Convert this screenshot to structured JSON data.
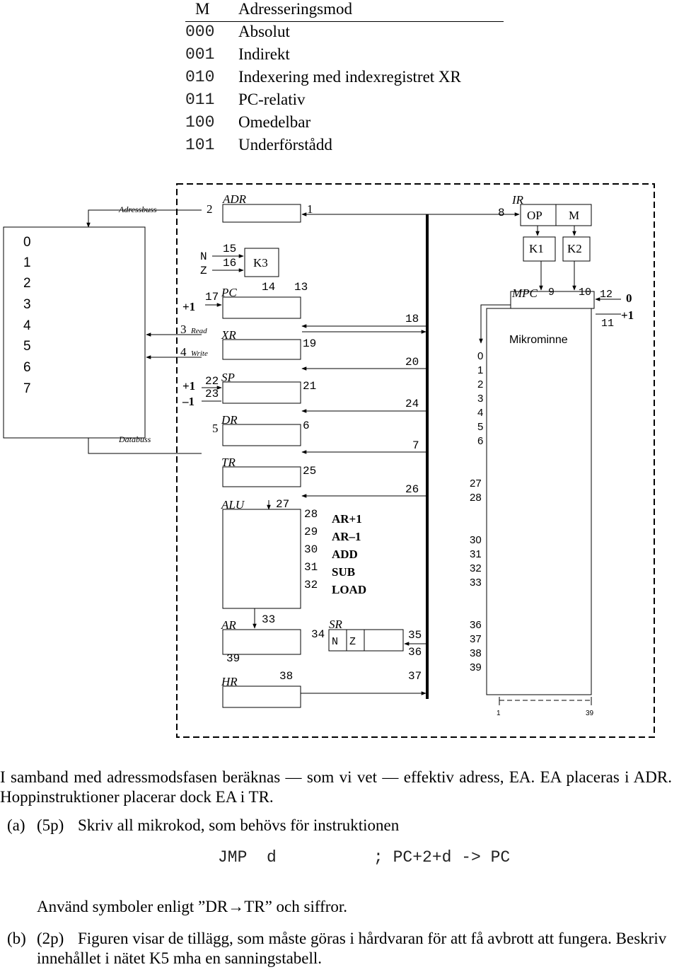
{
  "mode_table": {
    "header_code": "M",
    "header_name": "Adresseringsmod",
    "rows": [
      {
        "code": "000",
        "name": "Absolut"
      },
      {
        "code": "001",
        "name": "Indirekt"
      },
      {
        "code": "010",
        "name": "Indexering med indexregistret XR"
      },
      {
        "code": "011",
        "name": "PC-relativ"
      },
      {
        "code": "100",
        "name": "Omedelbar"
      },
      {
        "code": "101",
        "name": "Underförstådd"
      }
    ]
  },
  "diagram": {
    "bus_labels": {
      "address": "Adressbuss",
      "data": "Databuss"
    },
    "memory_addresses": [
      "0",
      "1",
      "2",
      "3",
      "4",
      "5",
      "6",
      "7"
    ],
    "registers": {
      "adr": "ADR",
      "pc": "PC",
      "xr": "XR",
      "sp": "SP",
      "dr": "DR",
      "tr": "TR",
      "alu": "ALU",
      "ar": "AR",
      "hr": "HR",
      "sr": "SR",
      "ir": "IR",
      "op": "OP",
      "m": "M",
      "k1": "K1",
      "k2": "K2",
      "k3": "K3",
      "mpc": "MPC"
    },
    "flags": {
      "n": "N",
      "z": "Z"
    },
    "control": {
      "read": "Read",
      "write": "Write",
      "plus1": "+1",
      "minus1": "–1",
      "zero": "0"
    },
    "alu_ops": [
      "AR+1",
      "AR–1",
      "ADD",
      "SUB",
      "LOAD"
    ],
    "microcode_memory_label": "Mikrominne",
    "signal_numbers": {
      "s1": "1",
      "s2": "2",
      "s3": "3",
      "s4": "4",
      "s5": "5",
      "s6": "6",
      "s7": "7",
      "s8": "8",
      "s9": "9",
      "s10": "10",
      "s11": "11",
      "s12": "12",
      "s13": "13",
      "s14": "14",
      "s15": "15",
      "s16": "16",
      "s17": "17",
      "s18": "18",
      "s19": "19",
      "s20": "20",
      "s21": "21",
      "s22": "22",
      "s23": "23",
      "s24": "24",
      "s25": "25",
      "s26": "26",
      "s27": "27",
      "s28": "28",
      "s29": "29",
      "s30": "30",
      "s31": "31",
      "s32": "32",
      "s33": "33",
      "s34": "34",
      "s35": "35",
      "s36": "36",
      "s37": "37",
      "s38": "38",
      "s39": "39"
    },
    "micro_col_a": [
      "0",
      "1",
      "2",
      "3",
      "4",
      "5",
      "6"
    ],
    "micro_col_b": [
      "27",
      "28"
    ],
    "micro_col_c": [
      "30",
      "31",
      "32",
      "33"
    ],
    "micro_col_d": [
      "36",
      "37",
      "38",
      "39"
    ],
    "micro_bottom_left": "1",
    "micro_bottom_right": "39"
  },
  "text": {
    "paragraph_1": "I samband med adressmodsfasen beräknas — som vi vet — effektiv adress, EA. EA placeras i ADR. Hoppinstruktioner placerar dock EA i TR.",
    "item_a_label": "(a)",
    "item_a_points": "(5p)",
    "item_a_text": "Skriv all mikrokod, som behövs för instruktionen",
    "code_instruction": "JMP  d",
    "code_comment": "; PC+2+d -> PC",
    "item_a_hint": "Använd symboler enligt ”DR→TR” och siffror.",
    "item_b_label": "(b)",
    "item_b_points": "(2p)",
    "item_b_text": "Figuren visar de tillägg, som måste göras i hårdvaran för att få avbrott att fungera. Beskriv innehållet i nätet K5 mha en sanningstabell."
  }
}
